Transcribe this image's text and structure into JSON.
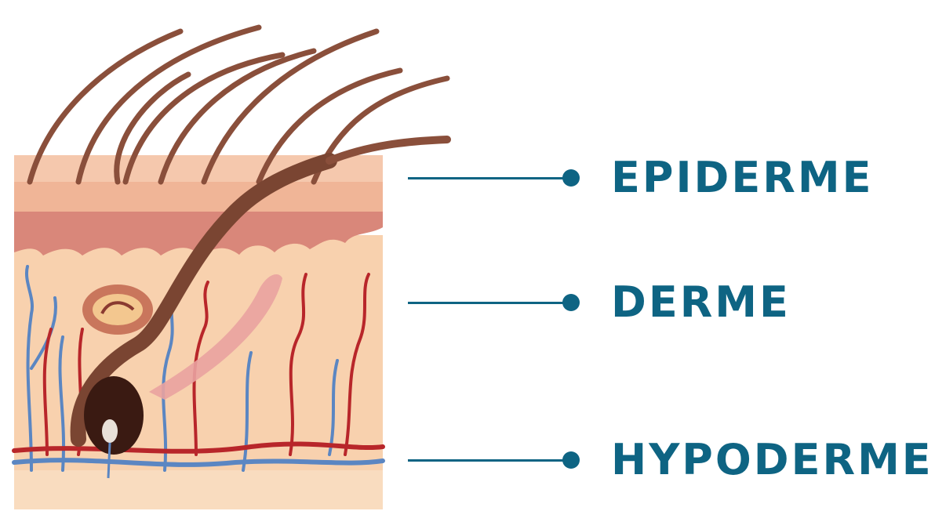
{
  "labels": {
    "epiderme": "EPIDERME",
    "derme": "DERME",
    "hypoderme": "HYPODERME"
  },
  "colors": {
    "label_text": "#0e6483",
    "leader_line": "#0e6483",
    "epidermis": "#f2b99b",
    "dermis": "#f8d3b3",
    "hypodermis": "#f9dcbf",
    "hair": "#7a4532",
    "artery": "#b8262a",
    "vein": "#5b86c2"
  },
  "icons": {
    "illustration": "skin-cross-section-illustration"
  }
}
